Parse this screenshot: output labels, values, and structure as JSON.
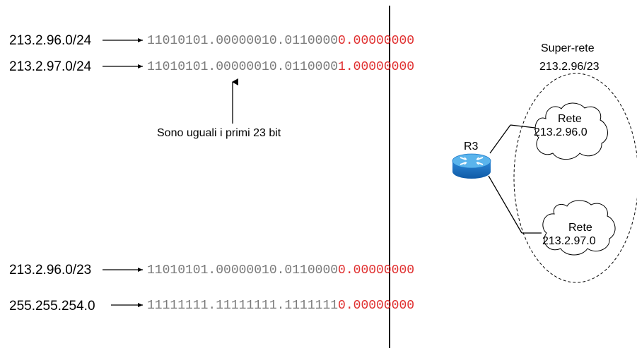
{
  "colors": {
    "text": "#000000",
    "binary": "#7a7a7a",
    "highlight": "#e03030",
    "router_body": "#1e78c8",
    "router_top": "#5ab4ec"
  },
  "rows": [
    {
      "address": "213.2.96.0/24",
      "binary_prefix": "11010101.00000010.0110000",
      "binary_suffix": "0.00000000"
    },
    {
      "address": "213.2.97.0/24",
      "binary_prefix": "11010101.00000010.0110000",
      "binary_suffix": "1.00000000"
    },
    {
      "address": "213.2.96.0/23",
      "binary_prefix": "11010101.00000010.0110000",
      "binary_suffix": "0.00000000"
    },
    {
      "address": "255.255.254.0",
      "binary_prefix": "11111111.11111111.1111111",
      "binary_suffix": "0.00000000"
    }
  ],
  "annotation": "Sono uguali i primi 23 bit",
  "router": {
    "label": "R3",
    "icon": "router-icon"
  },
  "supernet": {
    "title": "Super-rete",
    "address": "213.2.96/23"
  },
  "networks": [
    {
      "title": "Rete",
      "address": "213.2.96.0",
      "icon": "cloud-icon"
    },
    {
      "title": "Rete",
      "address": "213.2.97.0",
      "icon": "cloud-icon"
    }
  ]
}
